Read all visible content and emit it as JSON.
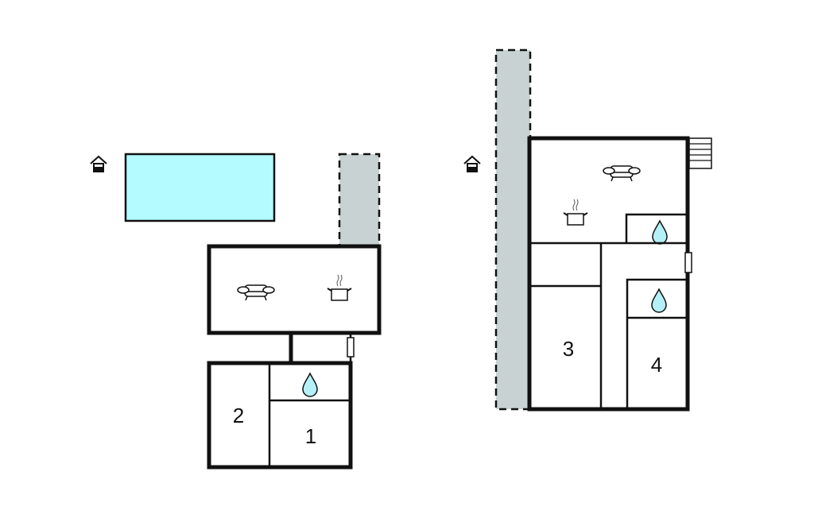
{
  "plan": {
    "colors": {
      "pool": "#b3fbff",
      "terrace": "#c8d2d2",
      "wall": "#111111",
      "water": "#b3f0f7"
    },
    "ground_floor": {
      "rooms": [
        {
          "label": "1"
        },
        {
          "label": "2"
        }
      ],
      "icons": [
        "house-icon",
        "sofa-icon",
        "cooking-pot-icon",
        "water-drop-icon",
        "window-icon"
      ]
    },
    "upper_floor": {
      "rooms": [
        {
          "label": "3"
        },
        {
          "label": "4"
        }
      ],
      "icons": [
        "house-icon",
        "sofa-icon",
        "cooking-pot-icon",
        "water-drop-icon",
        "water-drop-icon",
        "stairs-icon",
        "window-icon"
      ]
    }
  }
}
